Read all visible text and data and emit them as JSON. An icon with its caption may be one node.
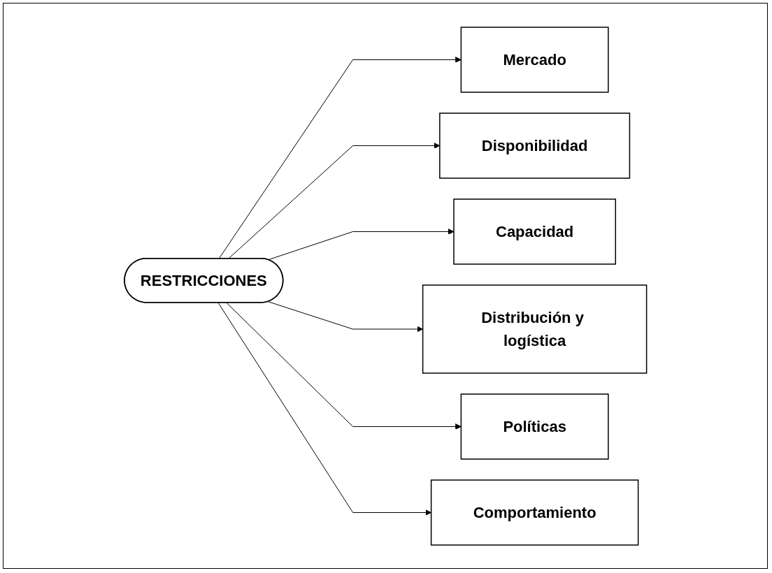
{
  "diagram": {
    "nodes": [
      {
        "text": [
          "RESTRICCIONES"
        ]
      },
      {
        "text": [
          "Mercado"
        ]
      },
      {
        "text": [
          "Disponibilidad"
        ]
      },
      {
        "text": [
          "Capacidad"
        ]
      },
      {
        "text": [
          "Distribución y logística"
        ]
      },
      {
        "text": [
          "Políticas"
        ]
      },
      {
        "text": [
          "Comportamiento"
        ]
      }
    ],
    "edges": [
      {
        "from": 0,
        "to": 1,
        "arrow": "to"
      },
      {
        "from": 0,
        "to": 2,
        "arrow": "to"
      },
      {
        "from": 0,
        "to": 3,
        "arrow": "to"
      },
      {
        "from": 0,
        "to": 4,
        "arrow": "to"
      },
      {
        "from": 0,
        "to": 5,
        "arrow": "to"
      },
      {
        "from": 0,
        "to": 6,
        "arrow": "to"
      }
    ]
  }
}
